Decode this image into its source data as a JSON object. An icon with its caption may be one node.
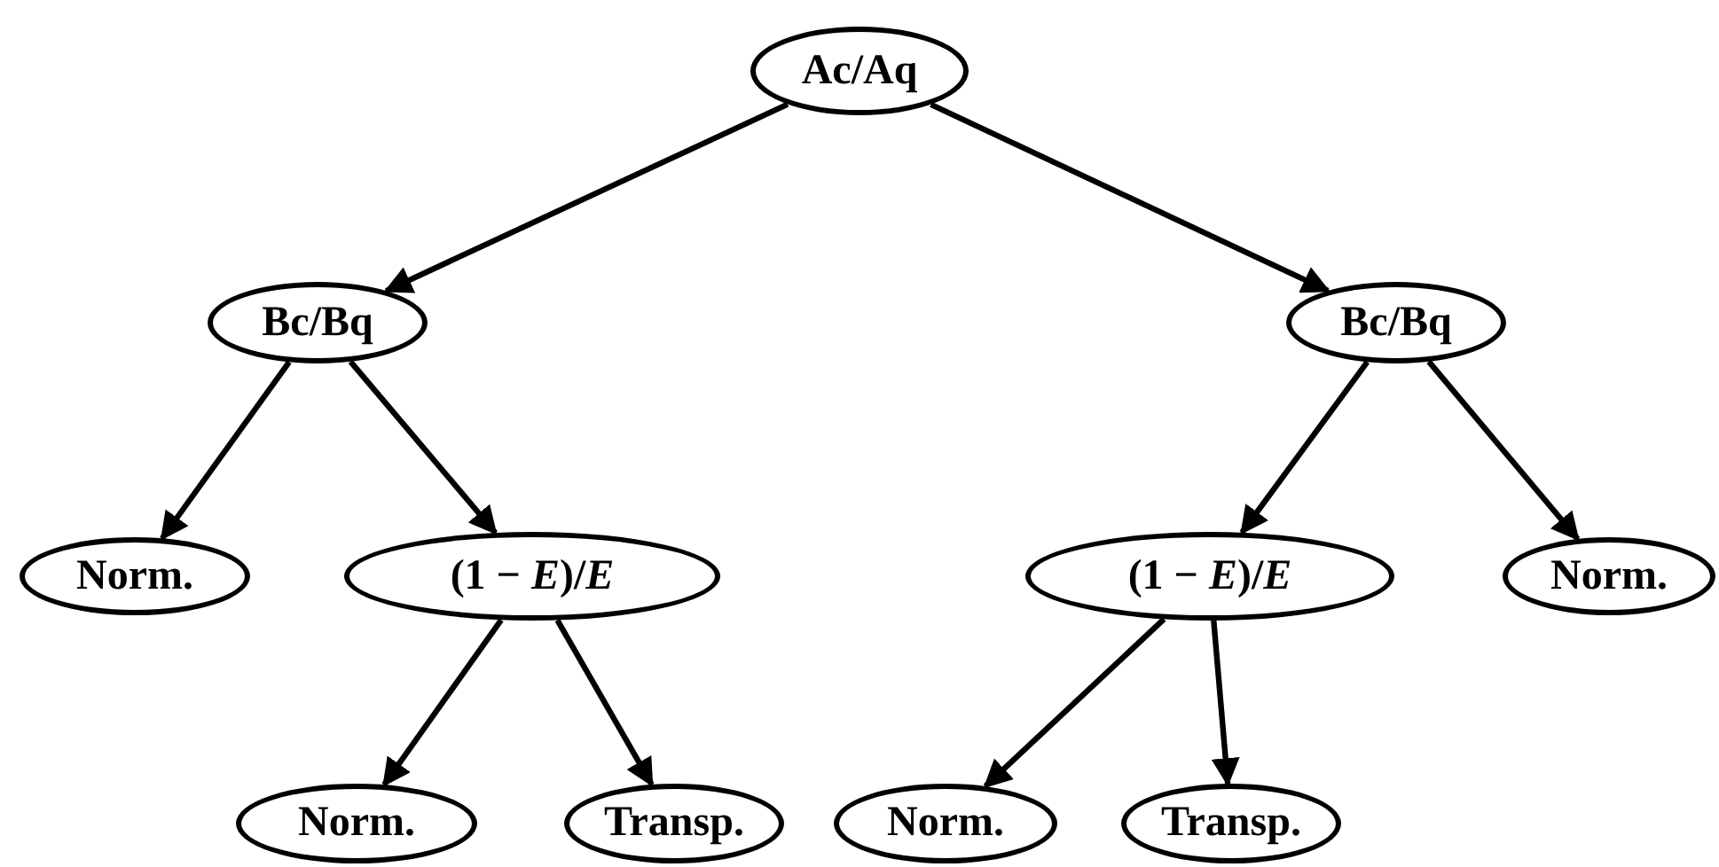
{
  "diagram": {
    "nodes": [
      {
        "text": [
          "Ac/Aq"
        ]
      },
      {
        "text": [
          "Bc/Bq"
        ]
      },
      {
        "text": [
          "Bc/Bq"
        ]
      },
      {
        "text": [
          "Norm."
        ]
      },
      {
        "text": [
          "(1 − *E*)/*E*"
        ]
      },
      {
        "text": [
          "(1 − *E*)/*E*"
        ]
      },
      {
        "text": [
          "Norm."
        ]
      },
      {
        "text": [
          "Norm."
        ]
      },
      {
        "text": [
          "Transp."
        ]
      },
      {
        "text": [
          "Norm."
        ]
      },
      {
        "text": [
          "Transp."
        ]
      }
    ],
    "edges": [
      {
        "from": 0,
        "to": 1,
        "arrow": "to"
      },
      {
        "from": 0,
        "to": 2,
        "arrow": "to"
      },
      {
        "from": 1,
        "to": 3,
        "arrow": "to"
      },
      {
        "from": 1,
        "to": 4,
        "arrow": "to"
      },
      {
        "from": 2,
        "to": 5,
        "arrow": "to"
      },
      {
        "from": 2,
        "to": 6,
        "arrow": "to"
      },
      {
        "from": 4,
        "to": 7,
        "arrow": "to"
      },
      {
        "from": 4,
        "to": 8,
        "arrow": "to"
      },
      {
        "from": 5,
        "to": 9,
        "arrow": "to"
      },
      {
        "from": 5,
        "to": 10,
        "arrow": "to"
      }
    ]
  }
}
